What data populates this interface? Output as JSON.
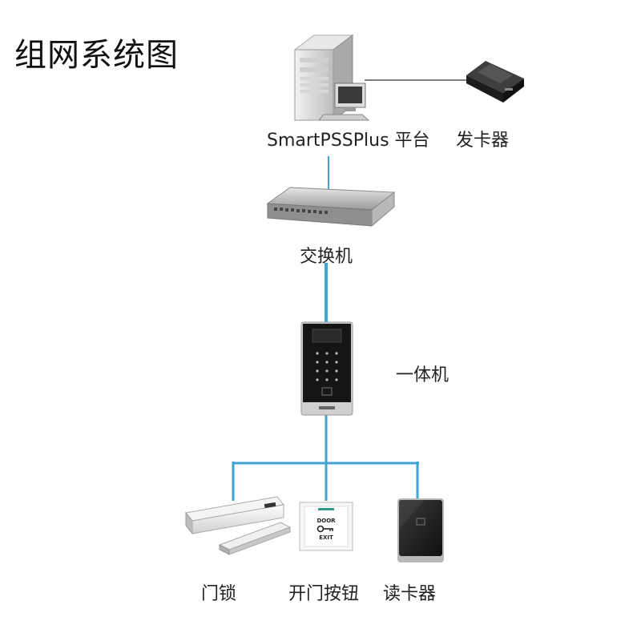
{
  "title": "组网系统图",
  "nodes": {
    "platform": {
      "label": "SmartPSSPlus 平台",
      "icon": "server-icon"
    },
    "card_issuer": {
      "label": "发卡器",
      "icon": "card-reader-desktop-icon"
    },
    "switch": {
      "label": "交换机",
      "icon": "network-switch-icon"
    },
    "terminal": {
      "label": "一体机",
      "icon": "access-terminal-icon"
    },
    "door_lock": {
      "label": "门锁",
      "icon": "magnetic-lock-icon"
    },
    "exit_button": {
      "label": "开门按钮",
      "icon": "exit-button-icon",
      "text_top": "DOOR",
      "text_bottom": "EXIT"
    },
    "card_reader": {
      "label": "读卡器",
      "icon": "card-reader-icon"
    }
  },
  "colors": {
    "link": "#3fa3d6",
    "server_link": "#555555"
  }
}
